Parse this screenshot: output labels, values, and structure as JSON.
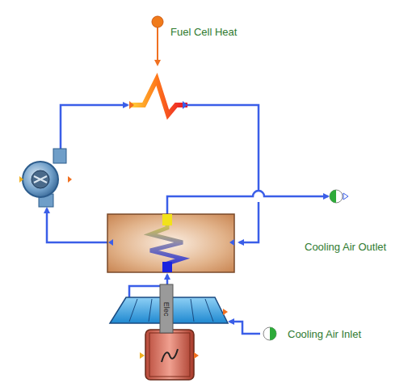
{
  "diagram": {
    "labels": [
      "Fuel Cell Heat",
      "Cooling Air Outlet",
      "Cooling Air Inlet",
      "Elec"
    ]
  }
}
